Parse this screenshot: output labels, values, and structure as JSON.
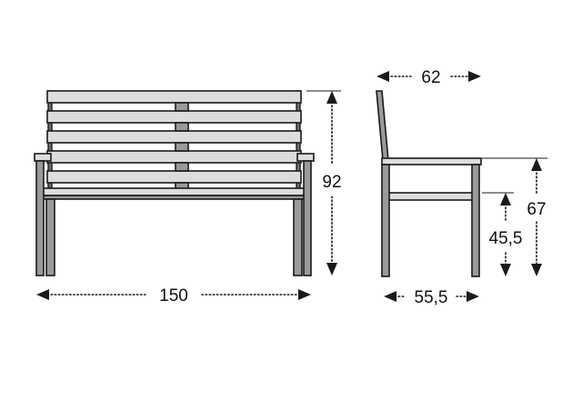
{
  "dimensions": {
    "bench_width": "150",
    "bench_height": "92",
    "depth_top": "62",
    "depth_bottom": "55,5",
    "armrest_height": "67",
    "seat_height": "45,5"
  }
}
